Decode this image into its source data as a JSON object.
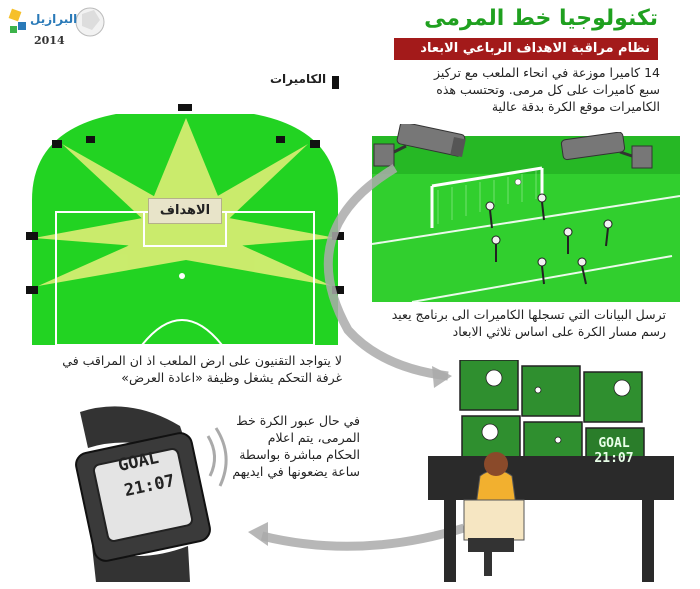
{
  "header": {
    "title": "تكنولوجيا خط المرمى",
    "subtitle": "نظام مراقبة الاهداف الرباعي الابعاد",
    "logo_text": "البرازيل",
    "logo_year": "2014"
  },
  "paragraphs": {
    "cameras": "14 كاميرا موزعة في انحاء الملعب مع تركيز سبع كاميرات على كل مرمى. وتحتسب هذه الكاميرات موقع الكرة بدقة عالية",
    "data_sent": "ترسل البيانات التي تسجلها الكاميرات الى برنامج يعيد رسم مسار الكرة على اساس ثلاثي الابعاد",
    "no_tech": "لا يتواجد التقنيون على ارض الملعب اذ ان المراقب في غرفة التحكم يشغل وظيفة «اعادة العرض»",
    "watch": "في حال عبور الكرة خط المرمى، يتم اعلام الحكام مباشرة بواسطة ساعة يضعونها في ايديهم"
  },
  "legend": {
    "cameras_label": "الكاميرات"
  },
  "field": {
    "goals_label": "الاهداف"
  },
  "watch": {
    "line1": "GOAL",
    "line2": "21:07"
  },
  "control_room": {
    "screen_line1": "GOAL",
    "screen_line2": "21:07"
  },
  "colors": {
    "field_green": "#22d322",
    "title_green": "#1fa01f",
    "subtitle_red": "#a31a1a",
    "beam_yellow": "#e8f07a"
  }
}
